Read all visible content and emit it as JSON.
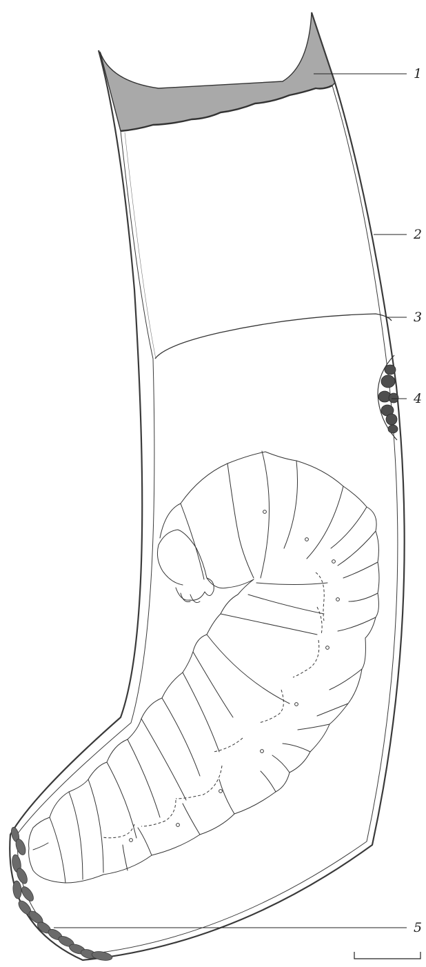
{
  "labels": [
    {
      "id": "1",
      "text": "1"
    },
    {
      "id": "2",
      "text": "2"
    },
    {
      "id": "3",
      "text": "3"
    },
    {
      "id": "4",
      "text": "4"
    },
    {
      "id": "5",
      "text": "5"
    }
  ],
  "colors": {
    "outline": "#3a3a3a",
    "plug": "#a9a9a9",
    "pellets": "#4e4e4e",
    "frass": "#6a6a6a"
  }
}
